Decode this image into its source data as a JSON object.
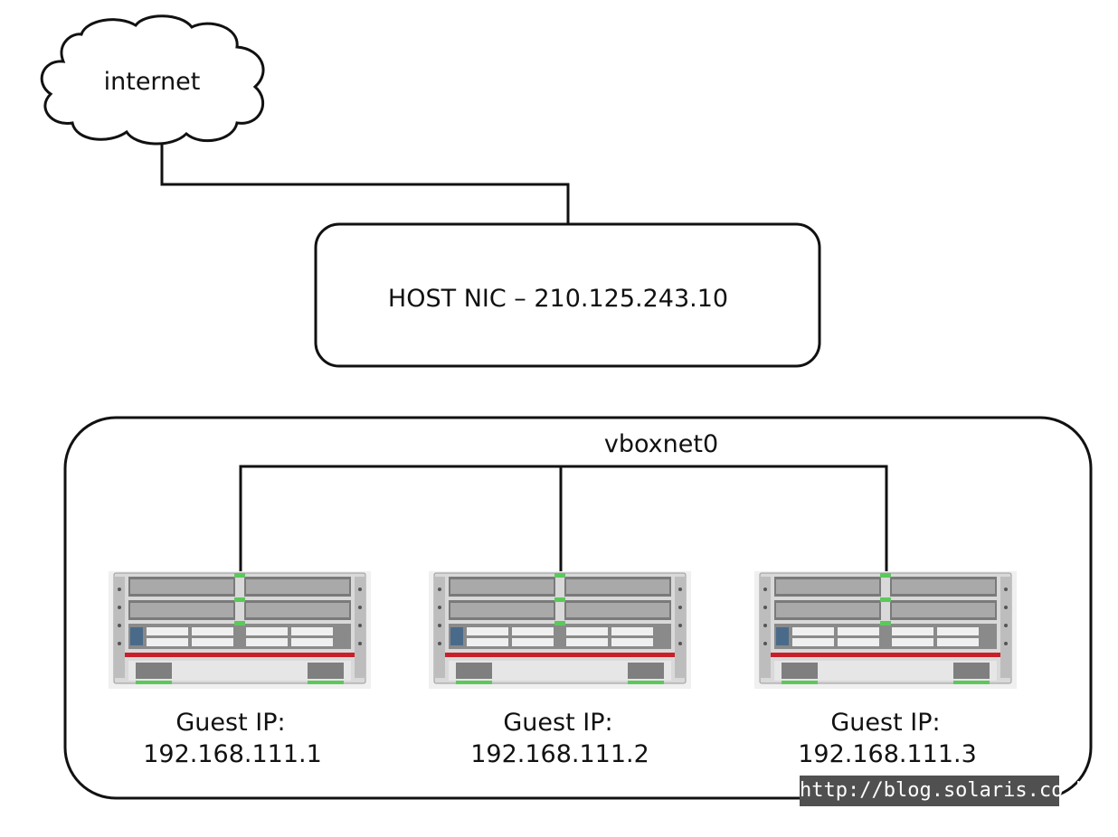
{
  "cloud": {
    "label": "internet"
  },
  "host": {
    "label": "HOST NIC – 210.125.243.10"
  },
  "network": {
    "label": "vboxnet0"
  },
  "guests": [
    {
      "label": "Guest IP:",
      "ip": "192.168.111.1"
    },
    {
      "label": "Guest IP:",
      "ip": "192.168.111.2"
    },
    {
      "label": "Guest IP:",
      "ip": "192.168.111.3"
    }
  ],
  "watermark": "http://blog.solaris.co.kr",
  "colors": {
    "line": "#111111",
    "server_chassis": "#d9d9d9",
    "server_red_band": "#c8202a",
    "status_led": "#5cc85c",
    "watermark_bg": "#505050"
  }
}
